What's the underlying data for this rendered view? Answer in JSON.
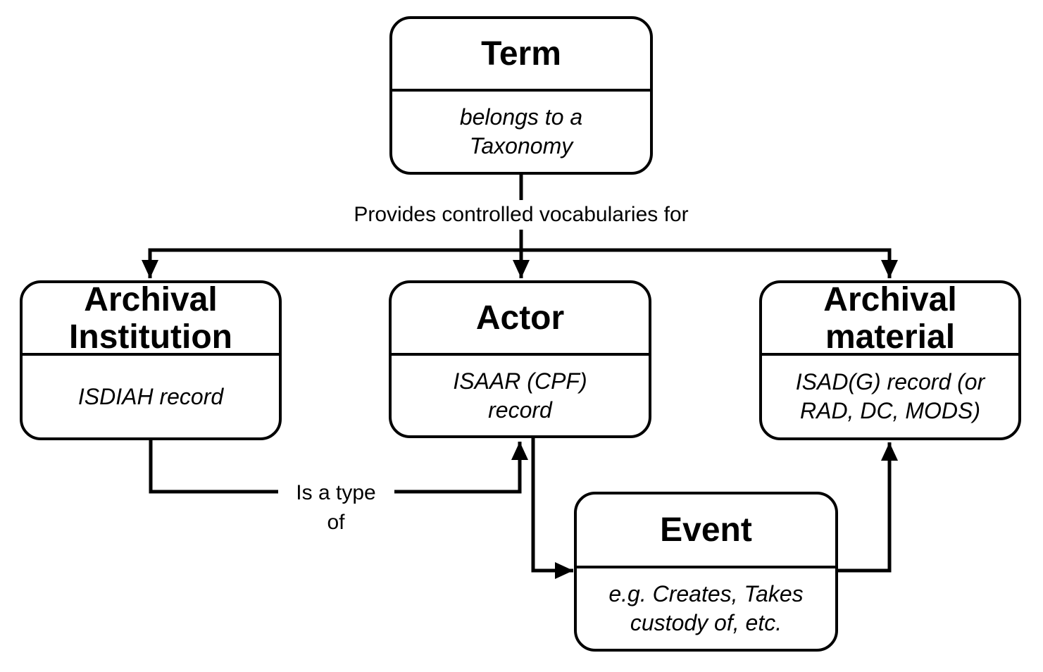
{
  "diagram": {
    "background_color": "#ffffff",
    "stroke_color": "#000000",
    "nodes": {
      "term": {
        "title": "Term",
        "subtitle": "belongs to a\nTaxonomy"
      },
      "archival_institution": {
        "title": "Archival\nInstitution",
        "subtitle": "ISDIAH record"
      },
      "actor": {
        "title": "Actor",
        "subtitle": "ISAAR (CPF)\nrecord"
      },
      "archival_material": {
        "title": "Archival\nmaterial",
        "subtitle": "ISAD(G) record (or\nRAD, DC, MODS)"
      },
      "event": {
        "title": "Event",
        "subtitle": "e.g. Creates, Takes\ncustody of, etc."
      }
    },
    "edge_labels": {
      "provides": "Provides controlled vocabularies for",
      "is_a_type_of": "Is a type\nof"
    },
    "edges": [
      {
        "from": "term",
        "to": "archival_institution",
        "label": "Provides controlled vocabularies for"
      },
      {
        "from": "term",
        "to": "actor",
        "label": "Provides controlled vocabularies for"
      },
      {
        "from": "term",
        "to": "archival_material",
        "label": "Provides controlled vocabularies for"
      },
      {
        "from": "archival_institution",
        "to": "actor",
        "label": "Is a type of"
      },
      {
        "from": "actor",
        "to": "event",
        "label": ""
      },
      {
        "from": "event",
        "to": "archival_material",
        "label": ""
      }
    ]
  }
}
